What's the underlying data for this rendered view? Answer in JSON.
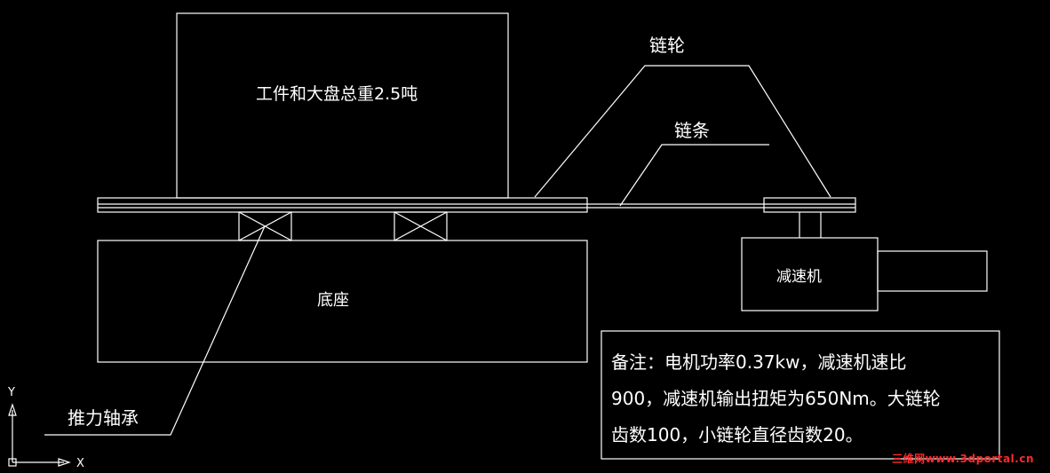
{
  "labels": {
    "workpiece": "工件和大盘总重2.5吨",
    "sprocket": "链轮",
    "chain": "链条",
    "reducer": "减速机",
    "base": "底座",
    "thrust_bearing": "推力轴承"
  },
  "note": {
    "line1": "备注：电机功率0.37kw，减速机速比",
    "line2": "900，减速机输出扭矩为650Nm。大链轮",
    "line3": "齿数100，小链轮直径齿数20。"
  },
  "axes": {
    "x": "X",
    "y": "Y"
  },
  "watermark": "三维网www.3dportal.cn",
  "colors": {
    "background": "#000000",
    "line": "#ffffff",
    "watermark": "#ff2a2a"
  }
}
